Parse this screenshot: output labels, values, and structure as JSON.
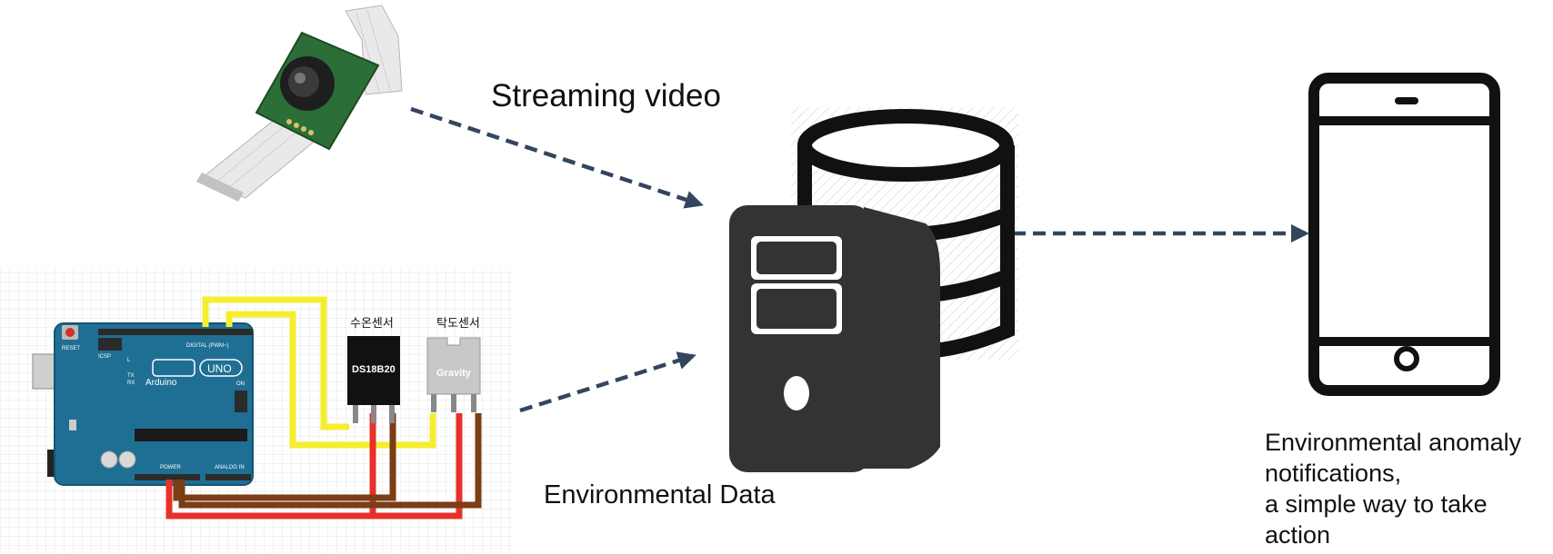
{
  "labels": {
    "streaming_video": "Streaming video",
    "environmental_data": "Environmental Data",
    "notification_lines": [
      "Environmental anomaly",
      "notifications,",
      "a simple way to take",
      "action"
    ]
  },
  "arduino": {
    "reset": "RESET",
    "icsp": "ICSP",
    "brand": "Arduino",
    "model": "UNO",
    "digital": "DIGITAL (PWM~)",
    "power": "POWER",
    "analog": "ANALOG IN",
    "tx": "TX",
    "rx": "RX",
    "l": "L",
    "on": "ON"
  },
  "sensors": {
    "temperature": {
      "title": "수온센서",
      "chip": "DS18B20"
    },
    "turbidity": {
      "title": "탁도센서",
      "chip": "Gravity"
    }
  },
  "colors": {
    "arrow": "#34465e",
    "server": "#333333",
    "board": "#1f6f95",
    "wire_yellow": "#f5ee2f",
    "wire_red": "#e8302a",
    "wire_brown": "#7a3d16"
  }
}
